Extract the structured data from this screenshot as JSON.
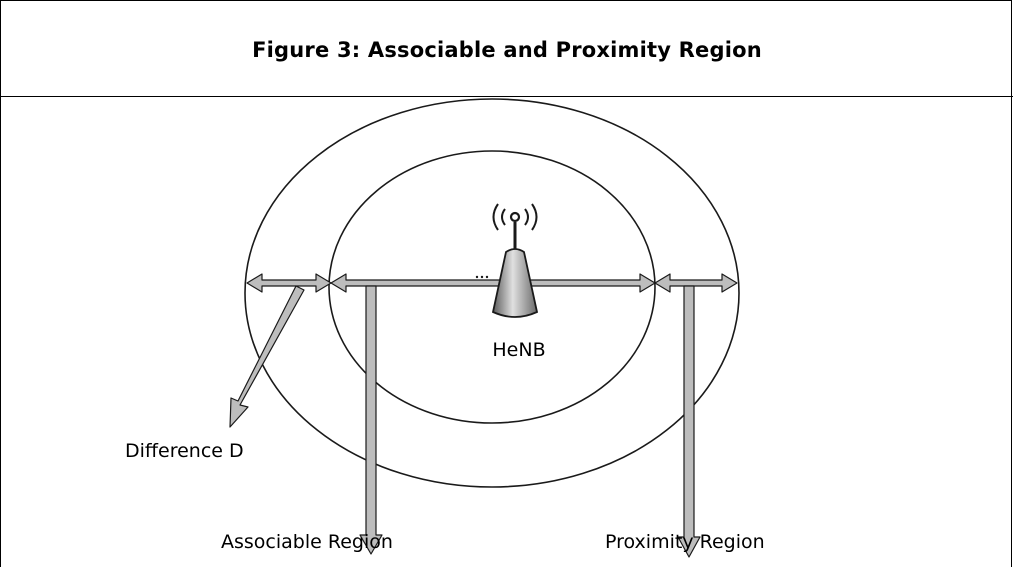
{
  "figure": {
    "title": "Figure 3: Associable and Proximity Region"
  },
  "diagram": {
    "station_label": "HeNB",
    "difference_label": "Difference D",
    "associable_label": "Associable Region",
    "proximity_label": "Proximity Region"
  },
  "colors": {
    "arrow_fill": "#bdbdbd",
    "stroke": "#1a1a1a",
    "background": "#ffffff"
  }
}
